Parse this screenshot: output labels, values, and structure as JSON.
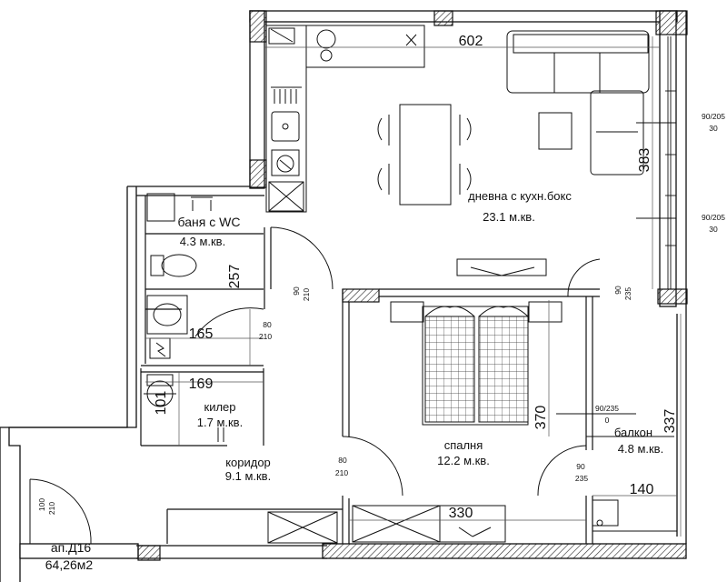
{
  "plan": {
    "rooms": {
      "living": {
        "name": "дневна с кухн.бокс",
        "area": "23.1 м.кв."
      },
      "bathroom": {
        "name": "баня с WC",
        "area": "4.3 м.кв."
      },
      "storage": {
        "name": "килер",
        "area": "1.7 м.кв."
      },
      "corridor": {
        "name": "коридор",
        "area": "9.1 м.кв."
      },
      "bedroom": {
        "name": "спалня",
        "area": "12.2 м.кв."
      },
      "balcony": {
        "name": "балкон",
        "area": "4.8 м.кв."
      }
    },
    "dimensions": {
      "d602": "602",
      "d383": "383",
      "d257": "257",
      "d165": "165",
      "d169": "169",
      "d101": "101",
      "d370": "370",
      "d337": "337",
      "d140": "140",
      "d330": "330"
    },
    "openings": {
      "win1_top": "90/205",
      "win1_bot": "30",
      "win2_top": "90/205",
      "win2_bot": "30",
      "door_living_top": "90",
      "door_living_bot": "210",
      "door_balcony_top": "90",
      "door_balcony_bot": "235",
      "door_bath_top": "80",
      "door_bath_bot": "210",
      "bal_top": "90/235",
      "bal_bot": "0",
      "door_bed_top": "80",
      "door_bed_bot": "210",
      "door_bed2_top": "90",
      "door_bed2_bot": "235",
      "door_entry_top": "100",
      "door_entry_bot": "210"
    },
    "unit": {
      "name": "ап.Д16",
      "area": "64,26м2"
    }
  }
}
